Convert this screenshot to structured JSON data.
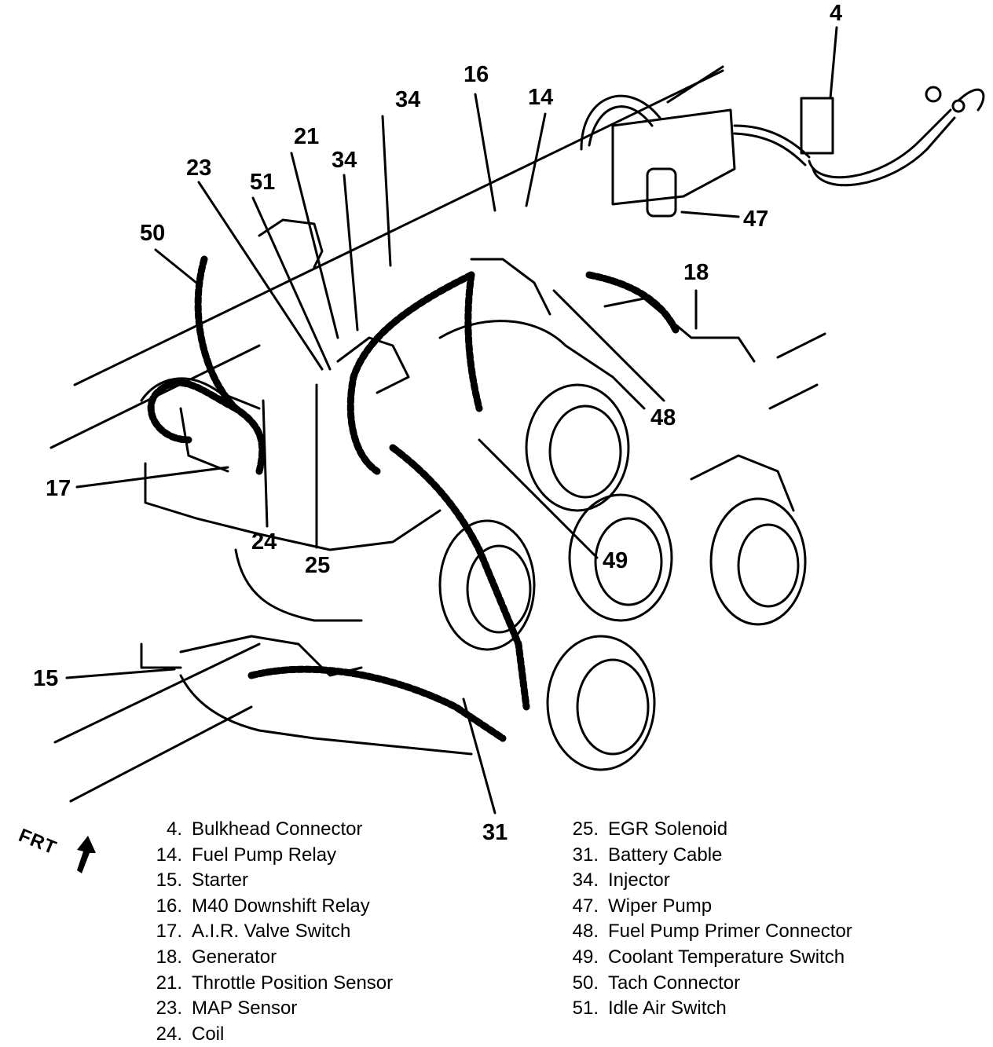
{
  "diagram": {
    "type": "engine-wiring-component-locator",
    "orientation_label": "FRT",
    "callouts": [
      {
        "id": "4",
        "label": "4"
      },
      {
        "id": "14",
        "label": "14"
      },
      {
        "id": "15",
        "label": "15"
      },
      {
        "id": "16",
        "label": "16"
      },
      {
        "id": "17",
        "label": "17"
      },
      {
        "id": "18",
        "label": "18"
      },
      {
        "id": "21",
        "label": "21"
      },
      {
        "id": "23",
        "label": "23"
      },
      {
        "id": "24",
        "label": "24"
      },
      {
        "id": "25",
        "label": "25"
      },
      {
        "id": "31",
        "label": "31"
      },
      {
        "id": "34a",
        "label": "34"
      },
      {
        "id": "34b",
        "label": "34"
      },
      {
        "id": "47",
        "label": "47"
      },
      {
        "id": "48",
        "label": "48"
      },
      {
        "id": "49",
        "label": "49"
      },
      {
        "id": "50",
        "label": "50"
      },
      {
        "id": "51",
        "label": "51"
      }
    ]
  },
  "legend": {
    "left": [
      {
        "num": "4.",
        "name": "Bulkhead Connector"
      },
      {
        "num": "14.",
        "name": "Fuel Pump Relay"
      },
      {
        "num": "15.",
        "name": "Starter"
      },
      {
        "num": "16.",
        "name": "M40 Downshift Relay"
      },
      {
        "num": "17.",
        "name": "A.I.R. Valve Switch"
      },
      {
        "num": "18.",
        "name": "Generator"
      },
      {
        "num": "21.",
        "name": "Throttle Position Sensor"
      },
      {
        "num": "23.",
        "name": "MAP Sensor"
      },
      {
        "num": "24.",
        "name": "Coil"
      }
    ],
    "right": [
      {
        "num": "25.",
        "name": "EGR Solenoid"
      },
      {
        "num": "31.",
        "name": "Battery Cable"
      },
      {
        "num": "34.",
        "name": "Injector"
      },
      {
        "num": "47.",
        "name": "Wiper Pump"
      },
      {
        "num": "48.",
        "name": "Fuel Pump Primer Connector"
      },
      {
        "num": "49.",
        "name": "Coolant Temperature Switch"
      },
      {
        "num": "50.",
        "name": "Tach Connector"
      },
      {
        "num": "51.",
        "name": "Idle Air Switch"
      }
    ]
  }
}
